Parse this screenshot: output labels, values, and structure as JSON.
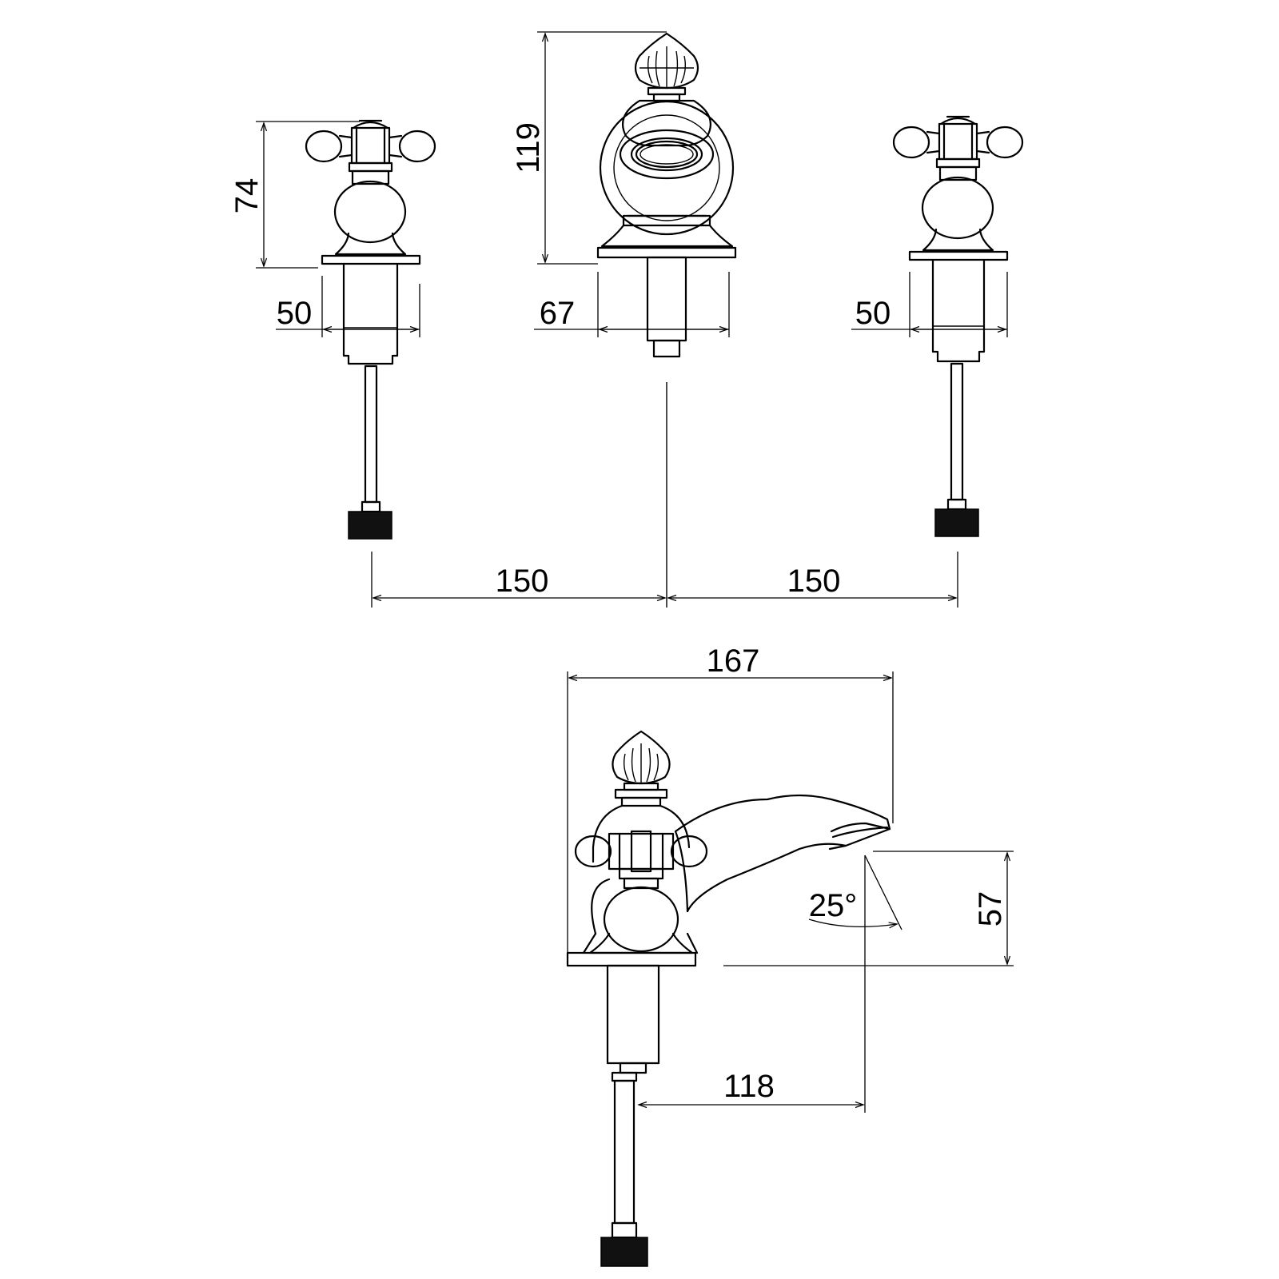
{
  "dimensions": {
    "handle_height": "74",
    "spout_height": "119",
    "left_shank_width": "50",
    "spout_shank_width": "67",
    "right_shank_width": "50",
    "left_spacing": "150",
    "right_spacing": "150",
    "total_length": "167",
    "angle": "25°",
    "outlet_height": "57",
    "reach": "118"
  }
}
